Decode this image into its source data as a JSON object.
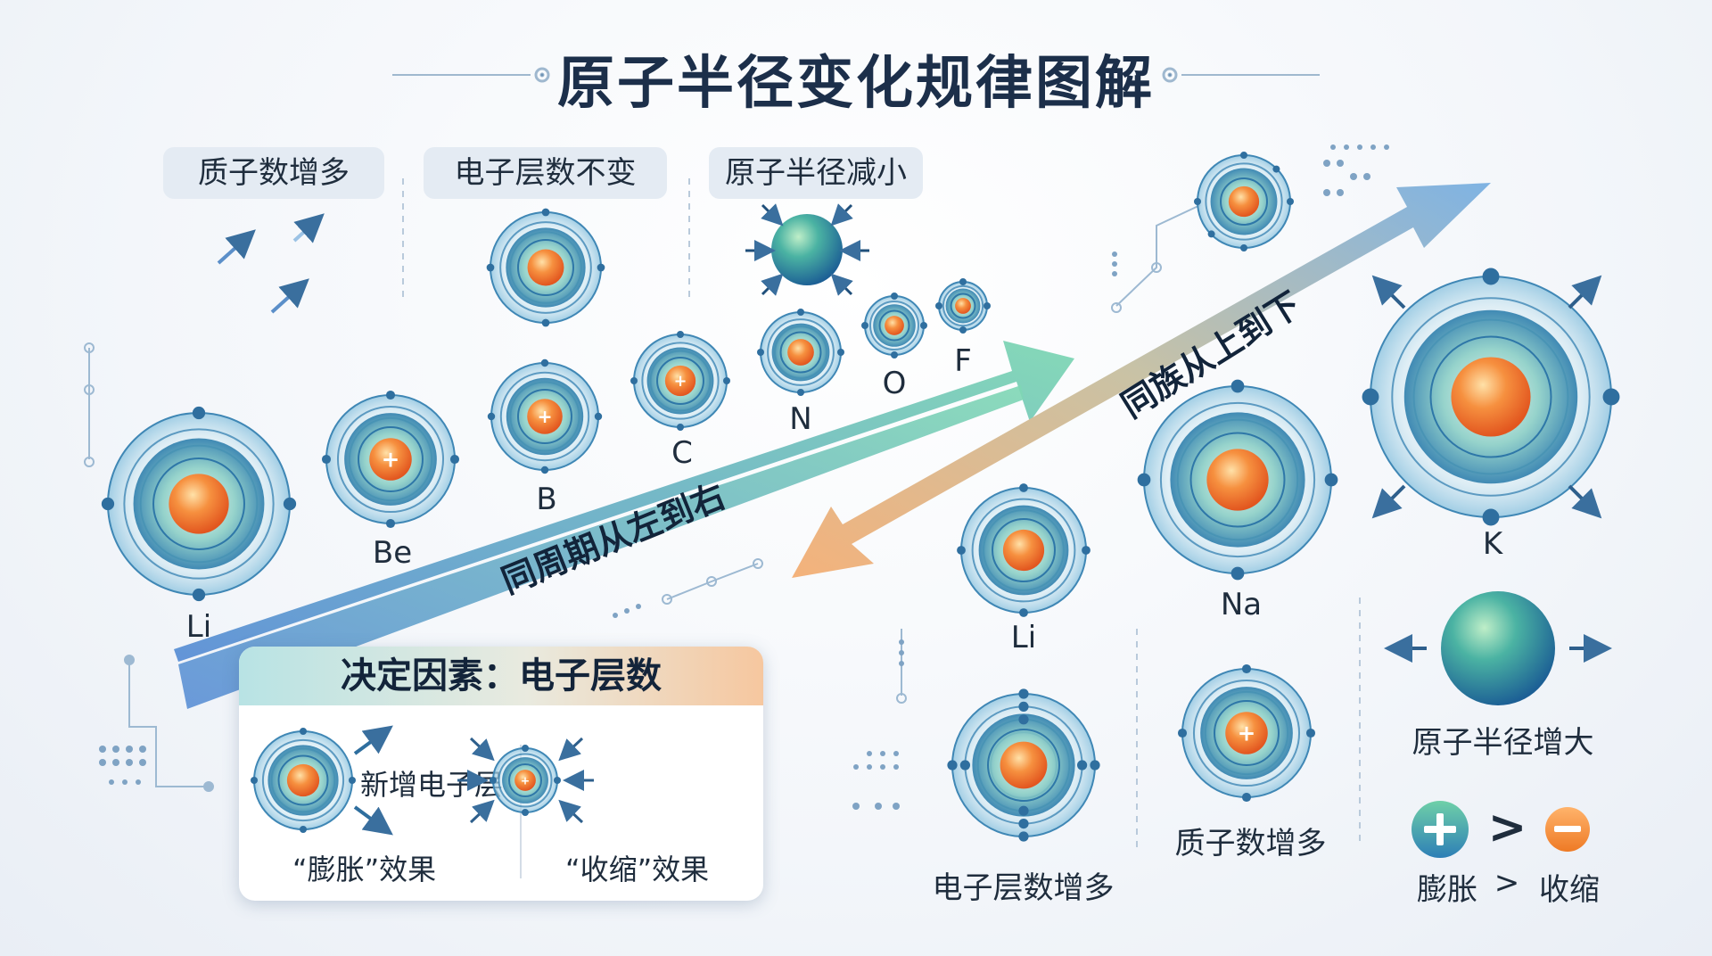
{
  "title": "原子半径变化规律图解",
  "top_pills": [
    "质子数增多",
    "电子层数不变",
    "原子半径减小"
  ],
  "period_arrow_label": "同周期从左到右",
  "group_arrow_label": "同族从上到下",
  "period_elements": [
    "Li",
    "Be",
    "B",
    "C",
    "N",
    "O",
    "F"
  ],
  "group_elements": [
    "Li",
    "Na",
    "K"
  ],
  "factor_box": {
    "title": "决定因素：电子层数",
    "new_shell_label": "新增电子层",
    "expand_label": "“膨胀”效果",
    "contract_label": "“收缩”效果"
  },
  "bottom_labels": {
    "more_shells": "电子层数增多",
    "more_protons": "质子数增多",
    "radius_increase": "原子半径增大"
  },
  "legend": {
    "gt_symbol": ">",
    "expand_word": "膨胀",
    "contract_word": "收缩"
  },
  "plus_symbol": "+",
  "minus_symbol": "−",
  "colors": {
    "period_arrow_start": "#5b8fd6",
    "period_arrow_end": "#7fd7b4",
    "group_arrow_start": "#f4b27b",
    "group_arrow_end": "#7fb3e3",
    "nucleus": "#f27a2e",
    "shell": "#3f87b5"
  }
}
